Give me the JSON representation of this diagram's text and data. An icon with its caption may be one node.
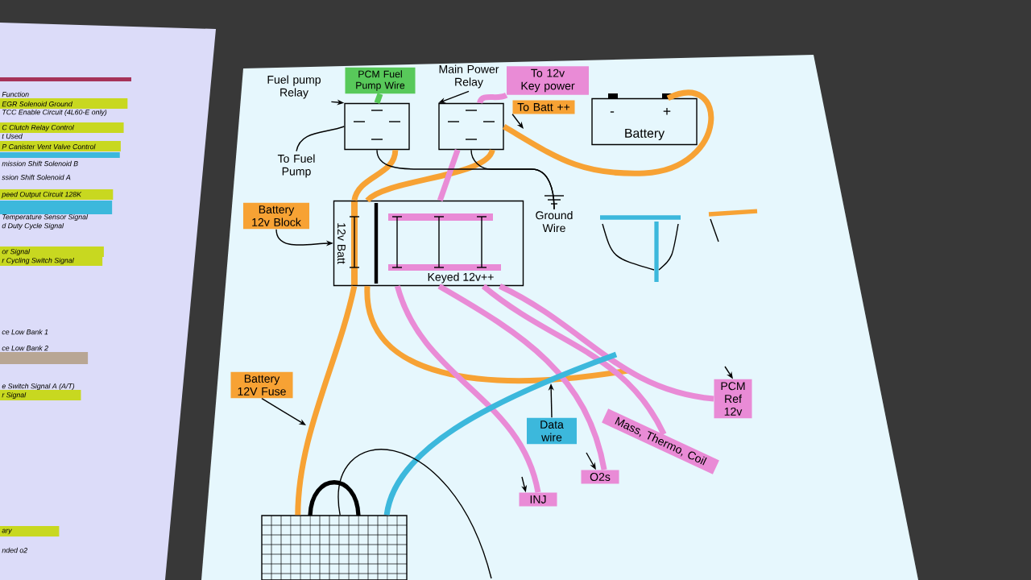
{
  "diagram": {
    "nodes": [
      {
        "text": [
          "Fuel pump Relay"
        ]
      },
      {
        "text": [],
        "shape": "box"
      },
      {
        "text": [
          "PCM Fuel Pump Wire"
        ]
      },
      {
        "text": [
          "To Fuel Pump"
        ]
      },
      {
        "text": [
          "Main Power Relay"
        ]
      },
      {
        "text": [],
        "shape": "box"
      },
      {
        "text": [
          "To 12v Key power"
        ]
      },
      {
        "text": [
          "To Batt ++"
        ]
      },
      {
        "text": [
          "Battery"
        ]
      },
      {
        "text": [
          "Ground Wire"
        ]
      },
      {
        "text": [
          "12v Batt",
          "Keyed 12v++"
        ]
      },
      {
        "text": [
          "Battery 12v Block"
        ]
      },
      {
        "text": [
          "Battery 12V Fuse"
        ]
      },
      {
        "text": [
          "Data wire"
        ]
      },
      {
        "text": [
          "O2s"
        ]
      },
      {
        "text": [
          "Mass, Thermo, Coil"
        ]
      },
      {
        "text": [
          "PCM Ref 12v"
        ]
      },
      {
        "text": [
          "INJ"
        ]
      },
      {
        "text": [],
        "shape": "box"
      }
    ],
    "edges": [
      {
        "from": 0,
        "to": 1,
        "arrow": "to"
      },
      {
        "from": 2,
        "to": 1,
        "arrow": "none",
        "style": "thick",
        "color": "#58c95a"
      },
      {
        "from": 1,
        "to": 3,
        "arrow": "none"
      },
      {
        "from": 4,
        "to": 5,
        "arrow": "to"
      },
      {
        "from": 6,
        "to": 5,
        "arrow": "none",
        "style": "thick",
        "color": "#e98bd6"
      },
      {
        "from": 5,
        "to": 8,
        "arrow": "none",
        "style": "thick",
        "color": "#f7a234"
      },
      {
        "from": 7,
        "to": null,
        "arrow": "to"
      },
      {
        "from": 1,
        "to": 10,
        "arrow": "none",
        "style": "thick",
        "color": "#f7a234"
      },
      {
        "from": 5,
        "to": 10,
        "arrow": "none",
        "style": "thick",
        "color": "#f7a234"
      },
      {
        "from": 5,
        "to": 10,
        "arrow": "none",
        "style": "thick",
        "color": "#e98bd6"
      },
      {
        "from": 1,
        "to": 9,
        "arrow": "none"
      },
      {
        "from": 5,
        "to": 9,
        "arrow": "none"
      },
      {
        "from": 11,
        "to": 10,
        "arrow": "to"
      },
      {
        "from": 10,
        "to": 18,
        "arrow": "none",
        "style": "thick",
        "color": "#f7a234"
      },
      {
        "from": 12,
        "to": null,
        "arrow": "to"
      },
      {
        "from": 10,
        "to": null,
        "arrow": "none",
        "style": "thick",
        "color": "#f7a234"
      },
      {
        "from": 10,
        "to": 17,
        "arrow": "none",
        "style": "thick",
        "color": "#e98bd6"
      },
      {
        "from": 10,
        "to": 14,
        "arrow": "none",
        "style": "thick",
        "color": "#e98bd6"
      },
      {
        "from": 10,
        "to": 15,
        "arrow": "none",
        "style": "thick",
        "color": "#e98bd6"
      },
      {
        "from": 10,
        "to": 16,
        "arrow": "none",
        "style": "thick",
        "color": "#e98bd6"
      },
      {
        "from": 13,
        "to": null,
        "arrow": "to"
      },
      {
        "from": 18,
        "to": null,
        "arrow": "none",
        "style": "thick",
        "color": "#3cb8dc"
      },
      {
        "from": 18,
        "to": null,
        "arrow": "none"
      },
      {
        "from": null,
        "to": 14,
        "arrow": "to"
      },
      {
        "from": null,
        "to": 17,
        "arrow": "to"
      },
      {
        "from": null,
        "to": 16,
        "arrow": "to"
      }
    ],
    "labels": [
      "Function",
      "EGR Solenoid Ground",
      "TCC Enable Circuit (4L60-E only)",
      "C Clutch Relay Control",
      "t Used",
      "P Canister Vent Valve Control",
      "mission Shift Solenoid B",
      "ssion Shift Solenoid A",
      "peed Output Circuit 128K",
      "Temperature Sensor Signal",
      "d Duty Cycle Signal",
      "or Signal",
      "r Cycling Switch Signal",
      "ce Low Bank 1",
      "ce Low Bank 2",
      "e Switch Signal A (A/T)",
      "r Signal",
      "ary",
      "nded o2",
      "-",
      "+"
    ]
  }
}
